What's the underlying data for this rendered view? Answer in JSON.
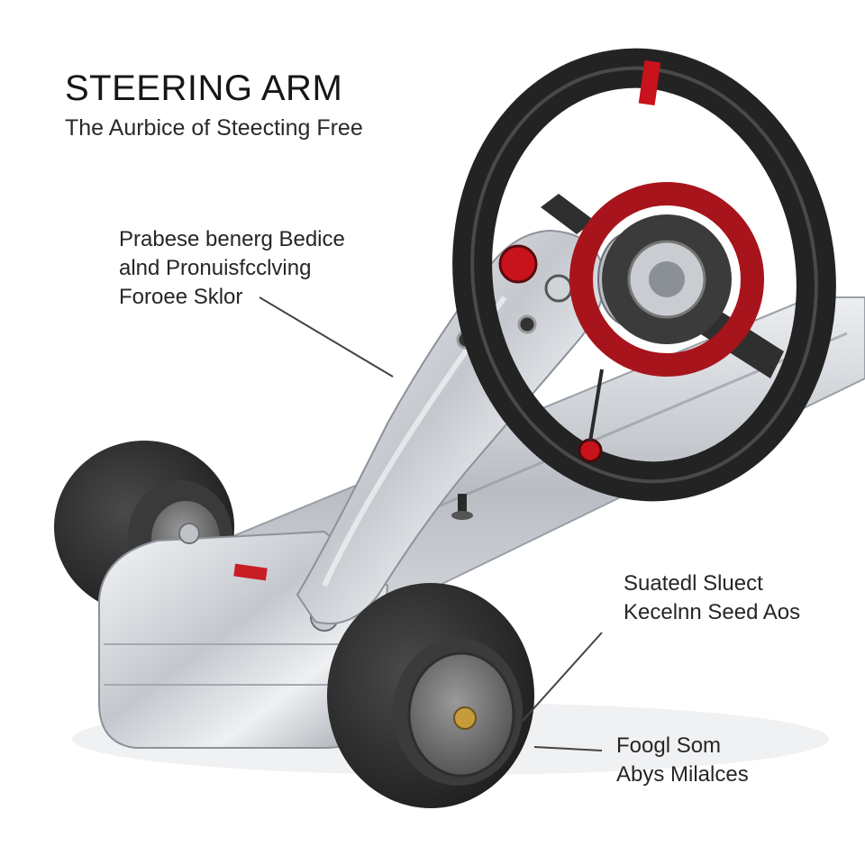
{
  "title": "STEERING ARM",
  "subtitle": "The Aurbice of Steecting Free",
  "callouts": [
    {
      "lines": [
        "Prabese benerg Bedice",
        "alnd Pronuisfcclving",
        "Foroee Sklor"
      ]
    },
    {
      "lines": [
        "Suatedl Sluect",
        "Kecelnn Seed Aos"
      ]
    },
    {
      "lines": [
        "Foogl Som",
        "Abys Milalces"
      ]
    }
  ],
  "colors": {
    "aluminum": "#c9ccd1",
    "tire": "#2b2b2b",
    "accent_red": "#b3121b",
    "leader_line": "#444444"
  }
}
